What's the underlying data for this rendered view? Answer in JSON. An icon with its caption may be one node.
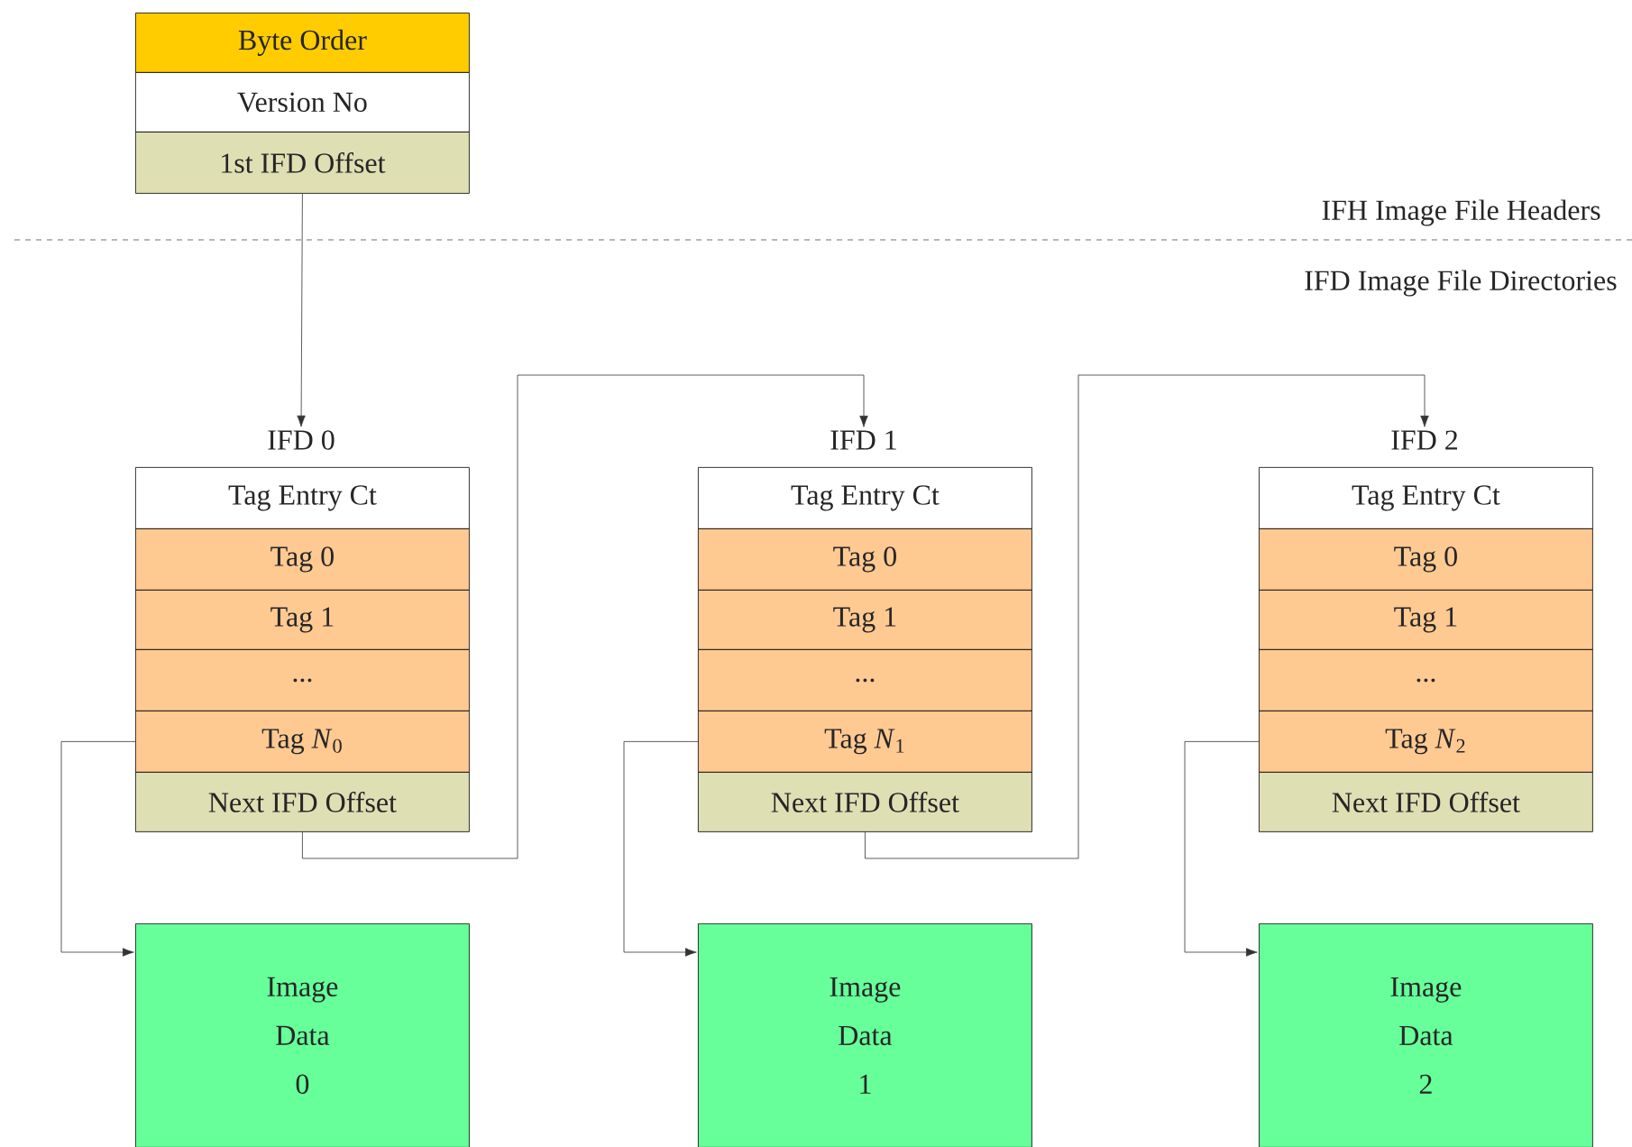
{
  "diagram": {
    "nodes": [
      {
        "text": [
          "Byte Order"
        ]
      },
      {
        "text": [
          "Version No"
        ]
      },
      {
        "text": [
          "1st IFD Offset"
        ]
      },
      {
        "text": [
          "IFD 0"
        ]
      },
      {
        "text": [
          "Tag Entry Ct"
        ]
      },
      {
        "text": [
          "Tag 0"
        ]
      },
      {
        "text": [
          "Tag 1"
        ]
      },
      {
        "text": [
          "..."
        ]
      },
      {
        "text": [
          "Tag *N*$_{0}$"
        ]
      },
      {
        "text": [
          "Next IFD Offset"
        ]
      },
      {
        "text": [
          "Image Data 0"
        ]
      },
      {
        "text": [
          "IFD 1"
        ]
      },
      {
        "text": [
          "Tag Entry Ct"
        ]
      },
      {
        "text": [
          "Tag 0"
        ]
      },
      {
        "text": [
          "Tag 1"
        ]
      },
      {
        "text": [
          "..."
        ]
      },
      {
        "text": [
          "Tag *N*$_{1}$"
        ]
      },
      {
        "text": [
          "Next IFD Offset"
        ]
      },
      {
        "text": [
          "Image Data 1"
        ]
      },
      {
        "text": [
          "IFD 2"
        ]
      },
      {
        "text": [
          "Tag Entry Ct"
        ]
      },
      {
        "text": [
          "Tag 0"
        ]
      },
      {
        "text": [
          "Tag 1"
        ]
      },
      {
        "text": [
          "..."
        ]
      },
      {
        "text": [
          "Tag *N*$_{2}$"
        ]
      },
      {
        "text": [
          "Next IFD Offset"
        ]
      },
      {
        "text": [
          "Image Data 2"
        ]
      }
    ],
    "edges": [
      {
        "from": 2,
        "to": 3,
        "arrow": "to"
      },
      {
        "from": 9,
        "to": 11,
        "arrow": "to"
      },
      {
        "from": 17,
        "to": 19,
        "arrow": "to"
      },
      {
        "from": 8,
        "to": 10,
        "arrow": "to"
      },
      {
        "from": 16,
        "to": 18,
        "arrow": "to"
      },
      {
        "from": 24,
        "to": 26,
        "arrow": "to"
      }
    ],
    "labels": [
      "IFH Image File Headers",
      "IFD Image File Directories"
    ]
  }
}
